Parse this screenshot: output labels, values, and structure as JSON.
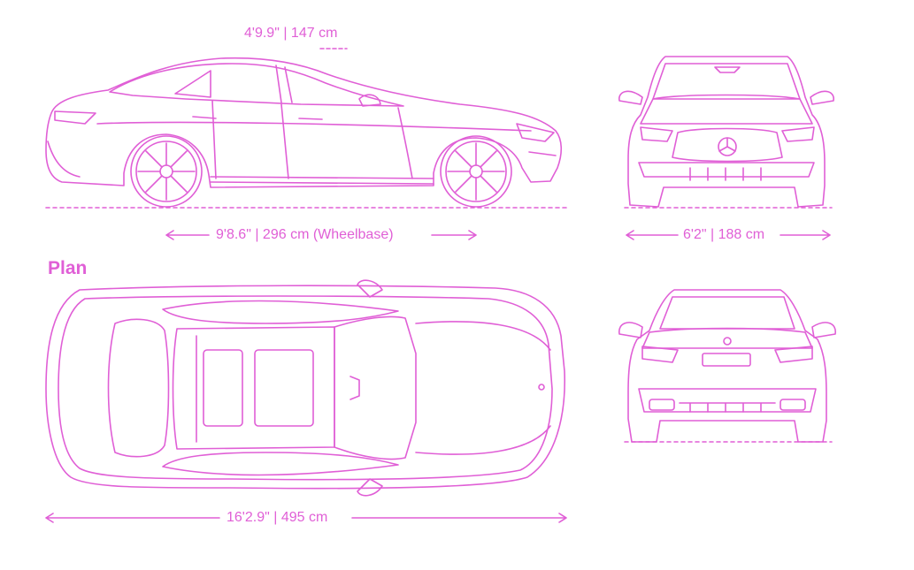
{
  "labels": {
    "height": "4'9.9\" | 147 cm",
    "wheelbase": "9'8.6\" | 296 cm (Wheelbase)",
    "width": "6'2\" | 188 cm",
    "length": "16'2.9\" | 495 cm",
    "plan": "Plan"
  },
  "colors": {
    "line": "#e05fd6",
    "background": "#ffffff"
  }
}
